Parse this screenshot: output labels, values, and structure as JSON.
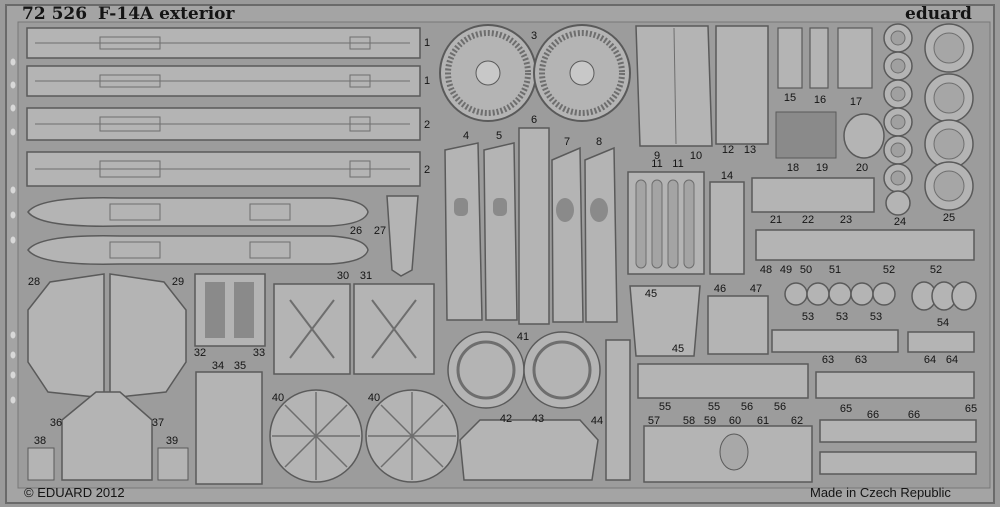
{
  "header": {
    "code": "72 526",
    "title": "F-14A exterior",
    "brand": "eduard"
  },
  "footer": {
    "copyright": "© EDUARD 2012",
    "origin": "Made in Czech Republic"
  },
  "part_labels": [
    "1",
    "1",
    "2",
    "2",
    "3",
    "4",
    "5",
    "6",
    "7",
    "8",
    "9",
    "10",
    "11",
    "11",
    "12",
    "13",
    "14",
    "15",
    "16",
    "17",
    "18",
    "19",
    "20",
    "21",
    "22",
    "23",
    "24",
    "25",
    "26",
    "27",
    "28",
    "29",
    "30",
    "31",
    "32",
    "33",
    "34",
    "35",
    "36",
    "37",
    "38",
    "39",
    "40",
    "40",
    "41",
    "42",
    "43",
    "44",
    "45",
    "45",
    "46",
    "47",
    "48",
    "49",
    "50",
    "51",
    "52",
    "52",
    "53",
    "53",
    "53",
    "54",
    "55",
    "55",
    "56",
    "56",
    "57",
    "58",
    "59",
    "60",
    "61",
    "62",
    "63",
    "63",
    "64",
    "64",
    "65",
    "65",
    "66",
    "66"
  ]
}
